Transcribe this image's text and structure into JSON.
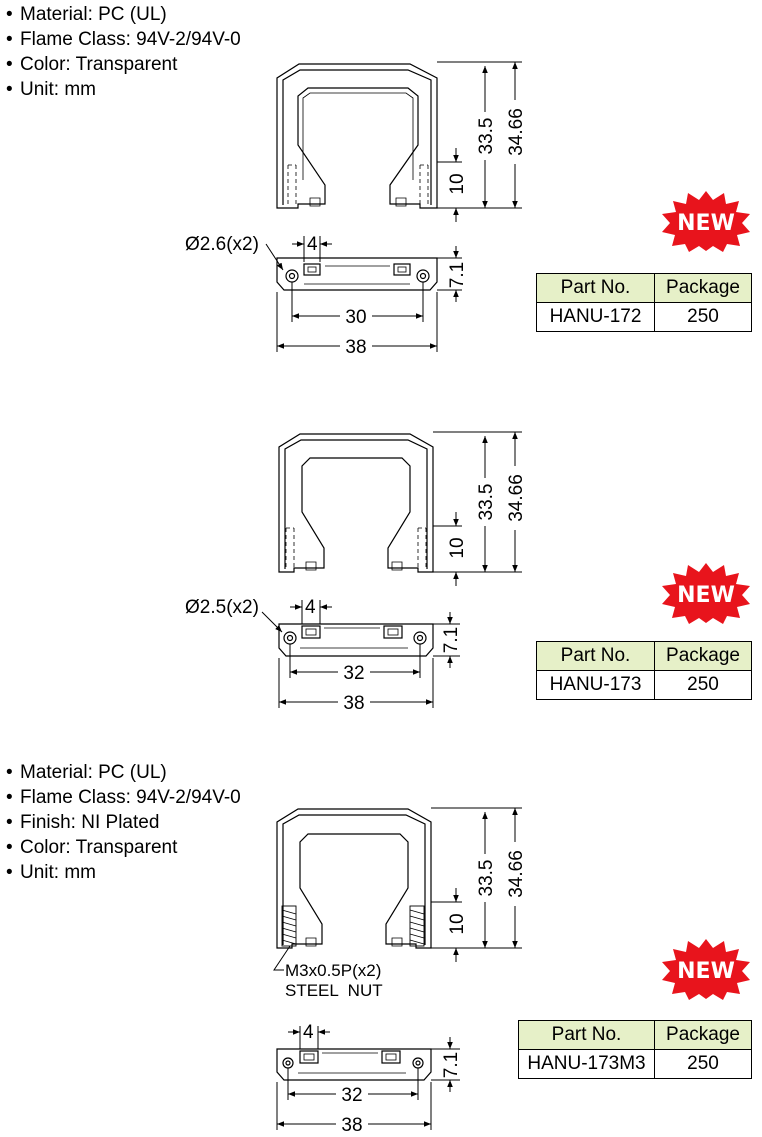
{
  "section1": {
    "specs": [
      "Material: PC (UL)",
      "Flame Class: 94V-2/94V-0",
      "Color: Transparent",
      "Unit: mm"
    ],
    "dims": {
      "height_inner": "33.5",
      "height_outer": "34.66",
      "leg": "10",
      "hole": "Ø2.6(x2)",
      "slot": "4",
      "depth": "7.1",
      "pitch": "30",
      "width": "38"
    },
    "badge": "NEW",
    "table": {
      "headers": [
        "Part No.",
        "Package"
      ],
      "rows": [
        [
          "HANU-172",
          "250"
        ]
      ]
    }
  },
  "section2": {
    "dims": {
      "height_inner": "33.5",
      "height_outer": "34.66",
      "leg": "10",
      "hole": "Ø2.5(x2)",
      "slot": "4",
      "depth": "7.1",
      "pitch": "32",
      "width": "38"
    },
    "badge": "NEW",
    "table": {
      "headers": [
        "Part No.",
        "Package"
      ],
      "rows": [
        [
          "HANU-173",
          "250"
        ]
      ]
    }
  },
  "section3": {
    "specs": [
      "Material: PC (UL)",
      "Flame Class: 94V-2/94V-0",
      "Finish: NI Plated",
      "Color: Transparent",
      "Unit: mm"
    ],
    "dims": {
      "height_inner": "33.5",
      "height_outer": "34.66",
      "leg": "10",
      "slot": "4",
      "depth": "7.1",
      "pitch": "32",
      "width": "38"
    },
    "nut_note": [
      "M3x0.5P(x2)",
      "STEEL  NUT"
    ],
    "badge": "NEW",
    "table": {
      "headers": [
        "Part No.",
        "Package"
      ],
      "rows": [
        [
          "HANU-173M3",
          "250"
        ]
      ]
    }
  }
}
